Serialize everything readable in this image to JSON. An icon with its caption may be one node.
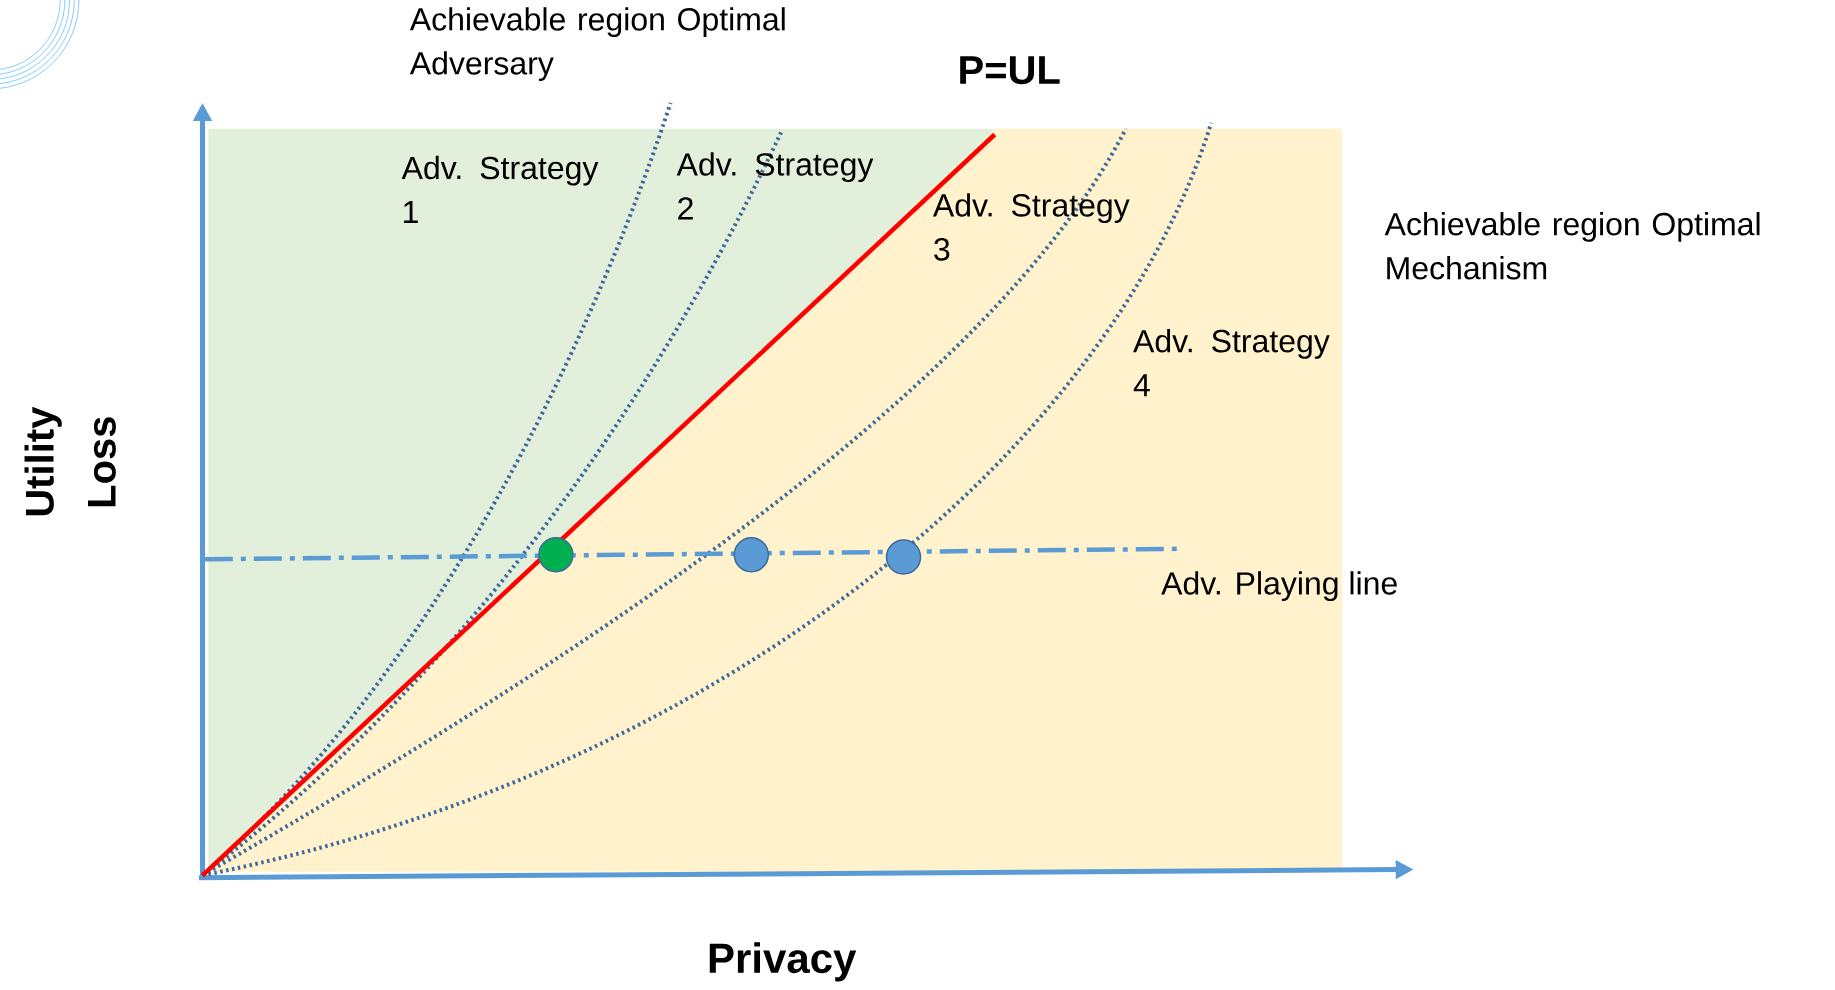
{
  "diagram": {
    "labels": [
      "Achievable region Optimal Adversary",
      "P=UL",
      "Adv. Strategy 1",
      "Adv. Strategy 2",
      "Adv. Strategy 3",
      "Achievable region Optimal Mechanism",
      "Adv. Strategy 4",
      "Utility Loss",
      "Adv. Playing line",
      "Privacy"
    ]
  }
}
